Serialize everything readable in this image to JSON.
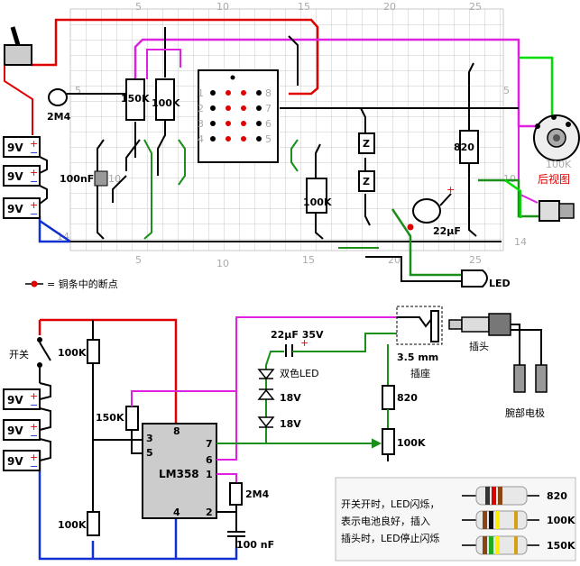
{
  "colors": {
    "red": "#e00000",
    "magenta": "#e020e0",
    "green": "#1a8f1a",
    "lime": "#00dd00",
    "blue": "#1030d0",
    "black": "#000000",
    "grid": "#c8c8c8"
  },
  "stripboard": {
    "col_numbers": [
      "5",
      "10",
      "15",
      "20",
      "25"
    ],
    "row_numbers_left": [
      "5",
      "10",
      "14"
    ],
    "row_numbers_right": [
      "5",
      "10",
      "14"
    ],
    "ic_pins_left": [
      "1",
      "2",
      "3",
      "4"
    ],
    "ic_pins_right": [
      "8",
      "7",
      "6",
      "5"
    ],
    "labels": {
      "r150k": "150K",
      "r100k_a": "100K",
      "r100k_b": "100K",
      "r820": "820",
      "cap100nf": "100nF",
      "r2m4": "2M4",
      "cap22uf": "22μF",
      "led": "LED",
      "pot100k": "100K",
      "rear_view": "后视图",
      "bat1": "9V",
      "bat2": "9V",
      "bat3": "9V",
      "legend_break": "= 铜条中的断点"
    }
  },
  "schematic": {
    "labels": {
      "switch": "开关",
      "r100k_top": "100K",
      "r150k": "150K",
      "r100k_bot": "100K",
      "ic": "LM358",
      "pin8": "8",
      "pin3": "3",
      "pin5": "5",
      "pin7": "7",
      "pin6": "6",
      "pin1": "1",
      "pin4": "4",
      "pin2": "2",
      "r2m4": "2M4",
      "cap100nf": "100 nF",
      "cap22uf": "22μF 35V",
      "led_bicolor": "双色LED",
      "zener1": "18V",
      "zener2": "18V",
      "jack": "3.5 mm",
      "jack_socket": "插座",
      "plug": "插头",
      "r820": "820",
      "pot100k": "100K",
      "electrodes": "腕部电极",
      "bat1": "9V",
      "bat2": "9V",
      "bat3": "9V"
    }
  },
  "info": {
    "text_lines": [
      "开关开时，LED闪烁，",
      "表示电池良好，插入",
      "插头时，LED停止闪烁"
    ],
    "resistors": [
      "820",
      "100K",
      "150K"
    ]
  }
}
